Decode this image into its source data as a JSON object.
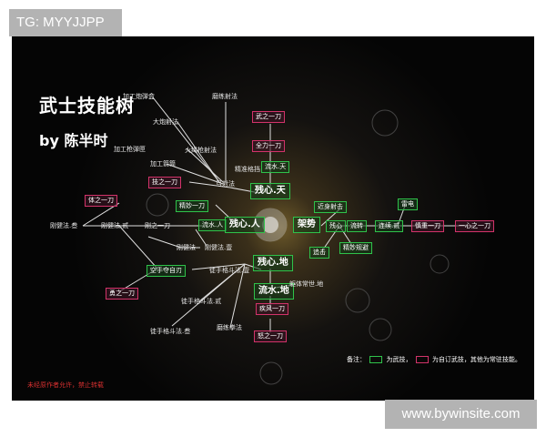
{
  "watermark_top": "TG: MYYJJPP",
  "watermark_bottom": "www.bywinsite.com",
  "title": "武士技能树",
  "author": "by 陈半时",
  "nodes": {
    "jiagong_paodan": "加工炮弹盒",
    "molian_shefa": "磨练射法",
    "dapao_shefa": "大炮射法",
    "wu_zhi_yi_dao": "武之一刀",
    "quanli_yi_dao": "全力一刀",
    "jiagong_qiangmu": "加工枪弹匣",
    "huoqiang_qiangshe": "火绳枪射法",
    "liushui_tian": "流水.天",
    "jiagong_jian": "加工箭筒",
    "jingzhun_gedang": "精准格挡",
    "ji_zhi_yi_dao": "技之一刀",
    "gongshe_fa": "弓射法",
    "canxin_tian": "残心.天",
    "ti_zhi_yi_dao": "体之一刀",
    "jingmiao_yi_dao": "精妙一刀",
    "gangjian_fa_shen": "刚健法.叁",
    "gangjian_fa_er": "刚健法.贰",
    "gang_zhi_yi_dao": "刚之一刀",
    "liushui_ren": "流水.人",
    "canxin_ren": "残心.人",
    "jiashi": "架势",
    "canxin_center": "残心",
    "jinshen_shefa": "近身射击",
    "liuzhuan": "流转",
    "lianji_er": "连续.贰",
    "leidian": "雷电",
    "shenzhong_yi_dao": "慎重一刀",
    "yi_zhi_yi_dao": "一心之一刀",
    "gangjian_fa": "刚健法",
    "gangjian_fa_yi": "刚健法.壹",
    "zhui_ji": "追击",
    "jingmiao_guobi": "精妙规避",
    "jiaoshou_shoufa": "空手夺自刃",
    "shoufa_yi": "徒手格斗法.壹",
    "canxin_di": "残心.地",
    "yong_zhi_yi_dao": "勇之一刀",
    "liushui_di": "流水.地",
    "shoufa_er": "徒手格斗法.贰",
    "yinxiang": "躯体常世.地",
    "bingfeng_yi_dao": "疾风一刀",
    "shoufa_san": "徒手格斗法.叁",
    "molian_quanfa": "磨练拳法",
    "nu_zhi_yi_dao": "怒之一刀"
  },
  "legend": {
    "prefix": "备注：",
    "green_text": "为武技，",
    "red_text": "为自订武技，其他为常驻技能。",
    "green_color": "#2fc24a",
    "red_color": "#d2336a"
  },
  "notice": "未经原作者允许，禁止转载"
}
